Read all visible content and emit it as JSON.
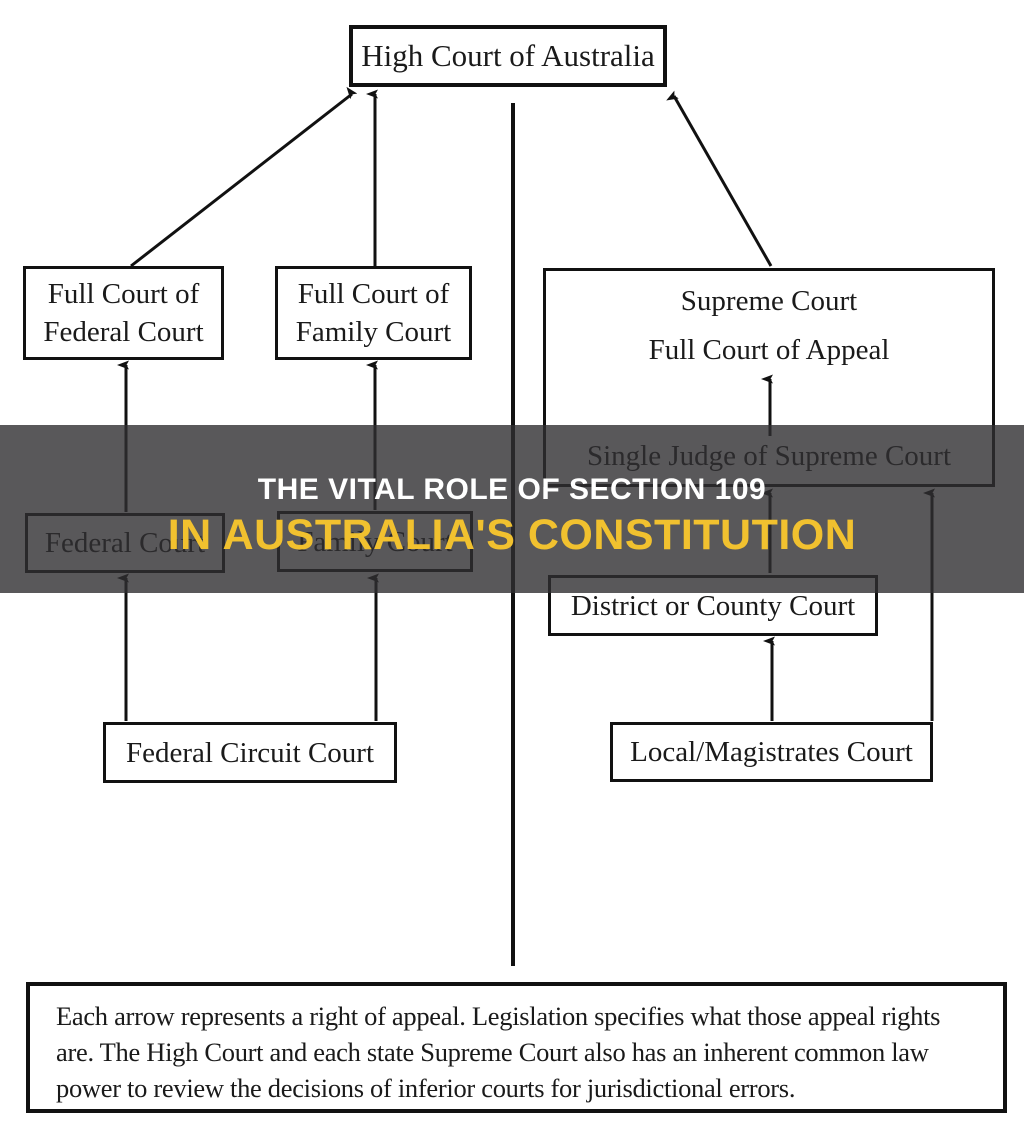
{
  "title": {
    "line1": "THE VITAL ROLE OF SECTION 109",
    "line2": "IN AUSTRALIA'S CONSTITUTION"
  },
  "boxes": {
    "high_court": "High Court of Australia",
    "full_federal": {
      "line1": "Full Court of",
      "line2": "Federal Court"
    },
    "full_family": {
      "line1": "Full Court of",
      "line2": "Family Court"
    },
    "supreme": {
      "line1": "Supreme Court",
      "line2": "Full Court of Appeal",
      "line3": "Single Judge of Supreme Court"
    },
    "federal": "Federal Court",
    "family": "Family Court",
    "district": "District or County Court",
    "federal_circuit": "Federal Circuit Court",
    "local_magistrates": "Local/Magistrates Court"
  },
  "note": "Each arrow represents a right of appeal. Legislation specifies what those appeal rights are. The High Court and each state Supreme Court also has an inherent common law power to review the decisions of inferior courts for jurisdictional errors.",
  "colors": {
    "background": "#ffffff",
    "line": "#111111",
    "banner_overlay": "rgba(47,46,49,0.8)",
    "title_line1": "#ffffff",
    "title_line2": "#f1c12f"
  }
}
